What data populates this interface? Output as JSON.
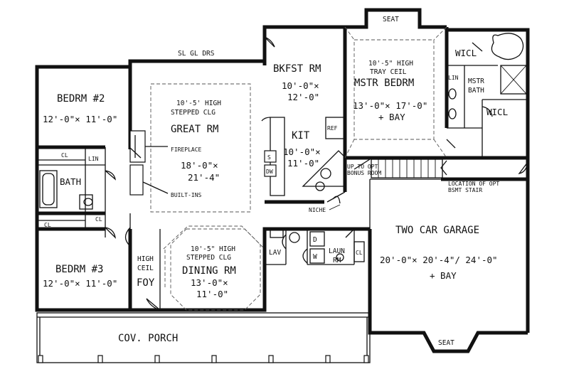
{
  "labels": {
    "sl_gl_drs": "SL GL DRS",
    "bedrm2_name": "BEDRM #2",
    "bedrm2_size": "12'-0\"× 11'-0\"",
    "great_note1": "10'-5' HIGH",
    "great_note2": "STEPPED CLG",
    "great_name": "GREAT RM",
    "great_size1": "18'-0\"×",
    "great_size2": "21'-4\"",
    "fireplace": "FIREPLACE",
    "built_ins": "BUILT-INS",
    "bkfst_name": "BKFST RM",
    "bkfst_size1": "10'-0\"×",
    "bkfst_size2": "12'-0\"",
    "kit_name": "KIT",
    "kit_size1": "10'-0\"×",
    "kit_size2": "11'-0\"",
    "ref": "REF",
    "sink": "S",
    "dw": "DW",
    "niche": "NICHE",
    "seat_top": "SEAT",
    "mstr_note1": "10'-5\" HIGH",
    "mstr_note2": "TRAY CEIL",
    "mstr_name": "MSTR BEDRM",
    "mstr_size": "13'-0\"× 17'-0\"",
    "mstr_bay": "+ BAY",
    "wicl_top": "WICL",
    "wicl_bottom": "WICL",
    "lin_mstr": "LIN",
    "mstr_bath1": "MSTR",
    "mstr_bath2": "BATH",
    "bonus1": "UP TO OPT",
    "bonus2": "BONUS ROOM",
    "bsmt1": "LOCATION OF OPT",
    "bsmt2": "BSMT STAIR",
    "garage_name": "TWO CAR GARAGE",
    "garage_size": "20'-0\"× 20'-4\"/ 24'-0\"",
    "garage_bay": "+ BAY",
    "seat_bottom": "SEAT",
    "cl_a": "CL",
    "lin_bath": "LIN",
    "bath": "BATH",
    "cl_b": "CL",
    "cl_c": "CL",
    "bedrm3_name": "BEDRM #3",
    "bedrm3_size": "12'-0\"× 11'-0\"",
    "high_ceil1": "HIGH",
    "high_ceil2": "CEIL",
    "foy": "FOY",
    "dining_note1": "10'-5\" HIGH",
    "dining_note2": "STEPPED CLG",
    "dining_name": "DINING RM",
    "dining_size1": "13'-0\"×",
    "dining_size2": "11'-0\"",
    "lav": "LAV",
    "dryer": "D",
    "washer": "W",
    "laun1": "LAUN",
    "laun2": "RM",
    "cl_laun": "CL",
    "porch": "COV. PORCH"
  }
}
